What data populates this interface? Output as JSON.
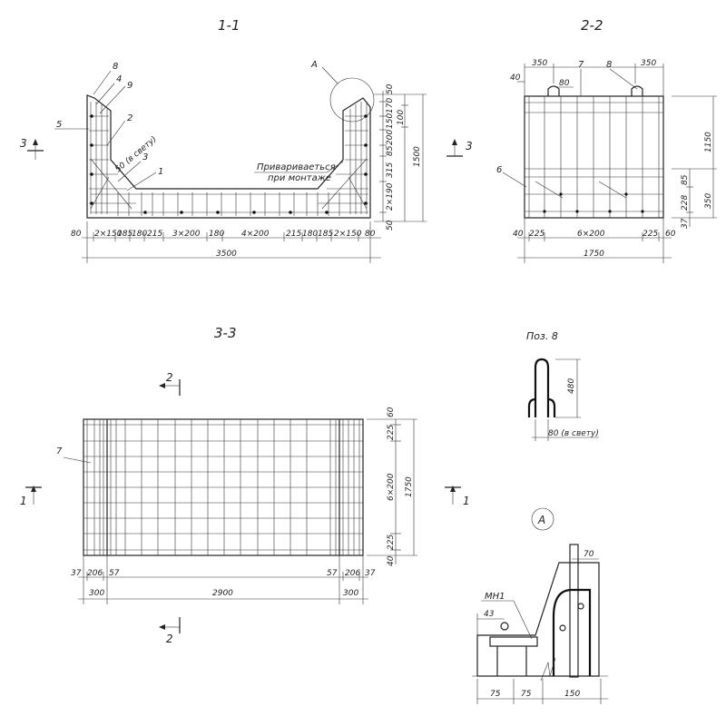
{
  "views": {
    "sec11": {
      "title": "1-1",
      "callout_a": "A",
      "note_line1": "Привариваеться",
      "note_line2": "при монтаже",
      "inner_dim": "50 (в свету)",
      "bottom_dims": [
        "80",
        "2×150",
        "185",
        "180",
        "215",
        "3×200",
        "180",
        "4×200",
        "215",
        "180",
        "185",
        "2×150",
        "80"
      ],
      "total": "3500",
      "right_dims": [
        "50",
        "170",
        "150",
        "200",
        "85",
        "315",
        "2×190",
        "50"
      ],
      "right_extra": "100",
      "height_total": "1500",
      "positions": [
        "8",
        "4",
        "9",
        "5",
        "2",
        "3",
        "1"
      ],
      "cut_label": "3"
    },
    "sec22": {
      "title": "2-2",
      "top_dims": [
        "350",
        "80",
        "350"
      ],
      "left_small": "40",
      "positions": [
        "7",
        "8",
        "6"
      ],
      "bottom_dims": [
        "40",
        "225",
        "6×200",
        "225",
        "60"
      ],
      "total": "1750",
      "right_dims": [
        "1150",
        "85",
        "228",
        "37",
        "350"
      ],
      "cut_label": "3"
    },
    "sec33": {
      "title": "3-3",
      "cut_top": "2",
      "cut_bottom": "2",
      "cut_left": "1",
      "cut_right": "1",
      "position": "7",
      "right_dims": [
        "60",
        "225",
        "6×200",
        "225",
        "40"
      ],
      "height_total": "1750",
      "bottom_small": [
        "37",
        "206",
        "57",
        "57",
        "206",
        "37"
      ],
      "bottom_dims": [
        "300",
        "2900",
        "300"
      ]
    },
    "poz8": {
      "title": "Поз. 8",
      "height": "480",
      "width": "80 (в свету)"
    },
    "detailA": {
      "title": "A",
      "label": "МН1",
      "dims_top": [
        "70",
        "43"
      ],
      "dims_bottom": [
        "75",
        "75",
        "150"
      ]
    }
  }
}
